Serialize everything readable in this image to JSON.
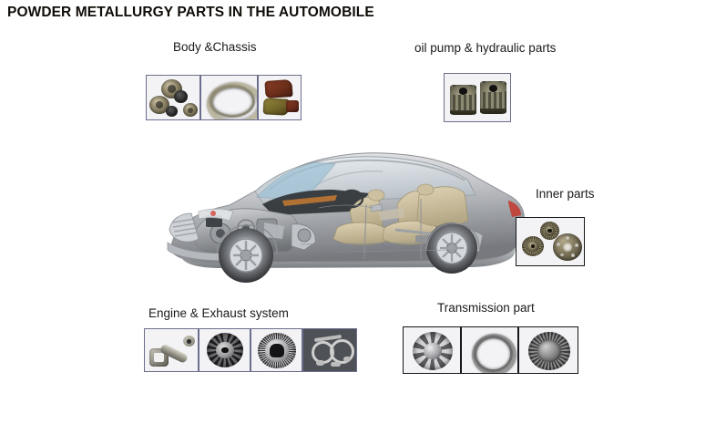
{
  "page": {
    "title": "POWDER METALLURGY PARTS IN THE AUTOMOBILE",
    "background": "#ffffff",
    "title_color": "#100c08"
  },
  "diagram": {
    "subject": "cutaway sedan automobile",
    "subject_name": "automobile-cutaway-illustration",
    "callouts": [
      {
        "id": "body-chassis",
        "label": "Body &Chassis",
        "position": "top-left",
        "border_color": "#6c6f8c",
        "parts": [
          {
            "name": "clutch-discs-and-cams",
            "description": "sintered clutch discs and cam lobes"
          },
          {
            "name": "toothed-ring-gear",
            "description": "toothed ring / sprag ring"
          },
          {
            "name": "copper-bronze-blocks",
            "description": "copper and bronze sintered blocks"
          }
        ]
      },
      {
        "id": "oil-pump-hydraulic",
        "label": "oil pump & hydraulic parts",
        "position": "top-right",
        "border_color": "#6c6f8c",
        "parts": [
          {
            "name": "oil-pump-pinion-gears",
            "description": "pair of sintered oil pump pinion gears"
          }
        ]
      },
      {
        "id": "inner-parts",
        "label": "Inner parts",
        "position": "middle-right",
        "border_color": "#16171c",
        "parts": [
          {
            "name": "small-pinion-gear",
            "description": "small spur pinion"
          },
          {
            "name": "star-gear",
            "description": "star / lobed gear"
          },
          {
            "name": "bolt-hole-flange",
            "description": "flange hub with bolt holes"
          }
        ]
      },
      {
        "id": "engine-exhaust",
        "label": "Engine & Exhaust system",
        "position": "bottom-left",
        "border_color": "#6c6f8c",
        "parts": [
          {
            "name": "connecting-rod",
            "description": "sintered connecting rod"
          },
          {
            "name": "vane-rotor",
            "description": "vane rotor / pump carrier"
          },
          {
            "name": "chain-sprocket",
            "description": "timing chain sprocket"
          },
          {
            "name": "exhaust-flanges",
            "description": "exhaust manifold flanges and pipes"
          }
        ]
      },
      {
        "id": "transmission",
        "label": "Transmission part",
        "position": "bottom-right",
        "border_color": "#16171c",
        "parts": [
          {
            "name": "planetary-carrier",
            "description": "planetary gear carrier"
          },
          {
            "name": "synchronizer-ring",
            "description": "synchronizer ring"
          },
          {
            "name": "synchronizer-hub",
            "description": "synchronizer hub / clutch body"
          }
        ]
      }
    ]
  }
}
